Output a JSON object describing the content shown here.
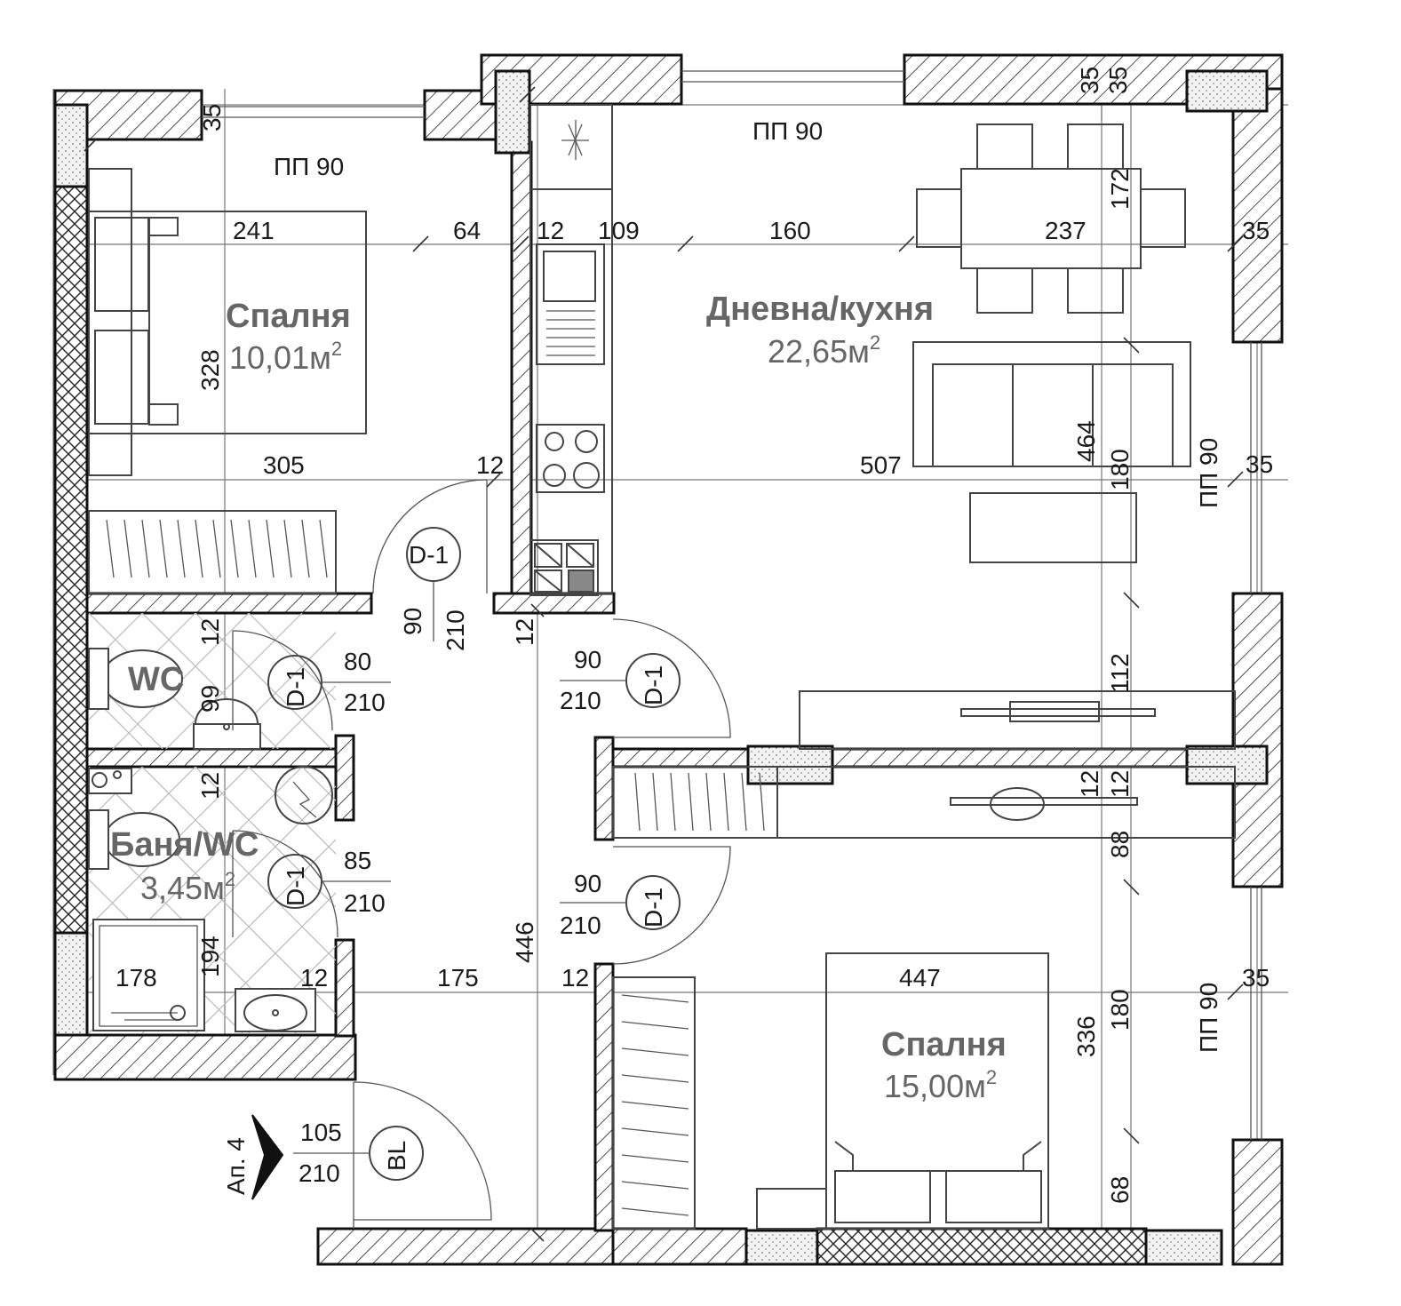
{
  "rooms": {
    "bedroom1": {
      "name": "Спалня",
      "area": "10,01м",
      "sup": "2"
    },
    "living": {
      "name": "Дневна/кухня",
      "area": "22,65м",
      "sup": "2"
    },
    "wc": {
      "name": "WC"
    },
    "bath": {
      "name": "Баня/WC",
      "area": "3,45м",
      "sup": "2"
    },
    "bedroom2": {
      "name": "Спалня",
      "area": "15,00м",
      "sup": "2"
    }
  },
  "windows": [
    "ПП 90",
    "ПП 90",
    "ПП 90",
    "ПП 90"
  ],
  "doors": [
    {
      "tag": "D-1",
      "width": "90",
      "height": "210"
    },
    {
      "tag": "D-1",
      "width": "80",
      "height": "210"
    },
    {
      "tag": "D-1",
      "width": "90",
      "height": "210"
    },
    {
      "tag": "D-1",
      "width": "85",
      "height": "210"
    },
    {
      "tag": "D-1",
      "width": "90",
      "height": "210"
    },
    {
      "tag": "BL",
      "width": "105",
      "height": "210"
    }
  ],
  "entrance": "Ап. 4",
  "dims": {
    "d241": "241",
    "d64": "64",
    "d12a": "12",
    "d109": "109",
    "d160": "160",
    "d237": "237",
    "d35r1": "35",
    "d35top1": "35",
    "d35top2": "35",
    "d35top3": "35",
    "d172": "172",
    "d328": "328",
    "d305": "305",
    "d12b": "12",
    "d507": "507",
    "d464": "464",
    "d180a": "180",
    "d35r2": "35",
    "d12c": "12",
    "d12d": "12",
    "d99": "99",
    "d12e": "12",
    "d112": "112",
    "d12f": "12",
    "d12g": "12",
    "d88": "88",
    "d446": "446",
    "d178": "178",
    "d194": "194",
    "d12h": "12",
    "d175": "175",
    "d12i": "12",
    "d447": "447",
    "d336": "336",
    "d180b": "180",
    "d35r3": "35",
    "d68": "68"
  }
}
